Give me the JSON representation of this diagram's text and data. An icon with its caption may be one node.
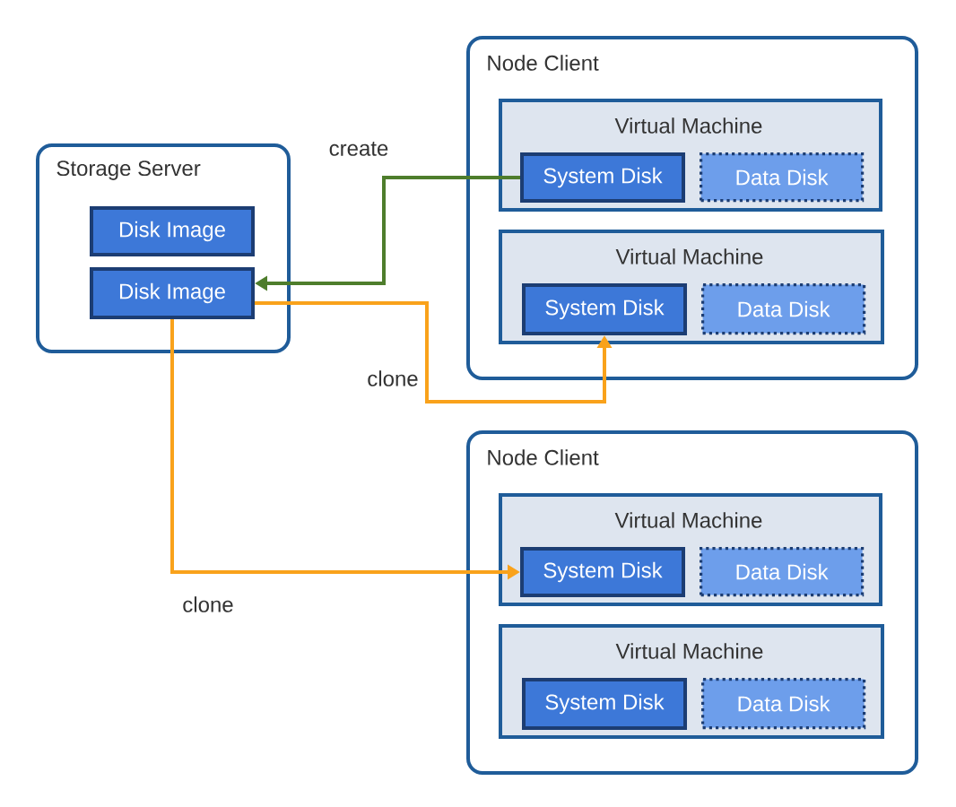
{
  "diagram": {
    "nodes": [
      {
        "text": [
          "Storage Server"
        ]
      },
      {
        "text": [
          "Disk Image"
        ],
        "in": 0
      },
      {
        "text": [
          "Disk Image"
        ],
        "in": 0
      },
      {
        "text": [
          "Node Client"
        ]
      },
      {
        "text": [
          "Virtual Machine"
        ],
        "in": 3
      },
      {
        "text": [
          "System Disk"
        ],
        "in": 4
      },
      {
        "text": [
          "Data Disk"
        ],
        "in": 4
      },
      {
        "text": [
          "Virtual Machine"
        ],
        "in": 3
      },
      {
        "text": [
          "System Disk"
        ],
        "in": 7
      },
      {
        "text": [
          "Data Disk"
        ],
        "in": 7
      },
      {
        "text": [
          "Node Client"
        ]
      },
      {
        "text": [
          "Virtual Machine"
        ],
        "in": 10
      },
      {
        "text": [
          "System Disk"
        ],
        "in": 11
      },
      {
        "text": [
          "Data Disk"
        ],
        "in": 11
      },
      {
        "text": [
          "Virtual Machine"
        ],
        "in": 10
      },
      {
        "text": [
          "System Disk"
        ],
        "in": 14
      },
      {
        "text": [
          "Data Disk"
        ],
        "in": 14
      }
    ],
    "edges": [
      {
        "from": 5,
        "to": 2,
        "arrow": "to",
        "label": "create",
        "color": "#4e7d2c"
      },
      {
        "from": 2,
        "to": 8,
        "arrow": "to",
        "label": "clone"
      },
      {
        "from": 2,
        "to": 12,
        "arrow": "to",
        "label": "clone"
      }
    ]
  }
}
